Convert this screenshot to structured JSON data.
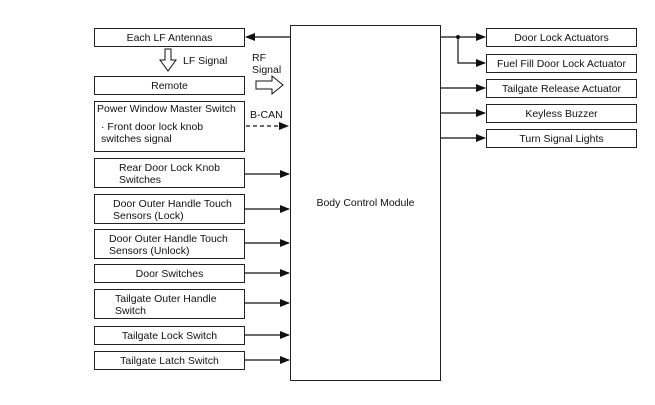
{
  "module": {
    "label": "Body Control Module"
  },
  "inputs": {
    "lf_antennas": "Each LF Antennas",
    "remote": "Remote",
    "pwms_title": "Power Window Master Switch",
    "pwms_sub_1": "· Front door lock knob",
    "pwms_sub_2": "switches signal",
    "rear_knob_1": "Rear Door Lock Knob",
    "rear_knob_2": "Switches",
    "touch_lock_1": "Door Outer Handle Touch",
    "touch_lock_2": "Sensors (Lock)",
    "touch_unlock_1": "Door Outer Handle Touch",
    "touch_unlock_2": "Sensors (Unlock)",
    "door_switches": "Door Switches",
    "tg_handle_1": "Tailgate Outer Handle",
    "tg_handle_2": "Switch",
    "tg_lock": "Tailgate Lock Switch",
    "tg_latch": "Tailgate Latch Switch"
  },
  "outputs": {
    "door_lock": "Door Lock Actuators",
    "fuel_fill": "Fuel Fill Door Lock Actuator",
    "tailgate_release": "Tailgate Release Actuator",
    "keyless_buzzer": "Keyless Buzzer",
    "turn_signal": "Turn Signal Lights"
  },
  "signals": {
    "lf": "LF Signal",
    "rf_1": "RF",
    "rf_2": "Signal",
    "bcan": "B-CAN"
  }
}
